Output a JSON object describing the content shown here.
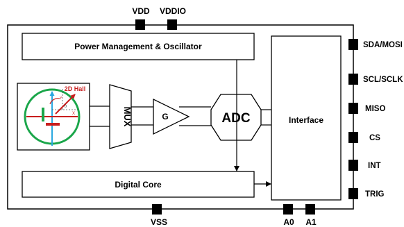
{
  "chip": {
    "blocks": {
      "power": "Power Management & Oscillator",
      "digital_core": "Digital Core",
      "interface": "Interface",
      "mux": "MUX",
      "gain": "G",
      "adc": "ADC"
    },
    "sensor": {
      "label": "2D Hall",
      "axis_y": "Y",
      "axis_x": "X",
      "angle": "θ"
    },
    "top_pins": [
      "VDD",
      "VDDIO"
    ],
    "bottom_pins": [
      "VSS",
      "A0",
      "A1"
    ],
    "right_pins": [
      "SDA/MOSI",
      "SCL/SCLK",
      "MISO",
      "CS",
      "INT",
      "TRIG"
    ]
  },
  "colors": {
    "sensor_circle": "#1aa64a",
    "hall_label": "#c81e1e",
    "vertical_axis": "#2aa8e0",
    "horizontal_axis": "#c81e1e",
    "x_arrow": "#c81e1e"
  }
}
